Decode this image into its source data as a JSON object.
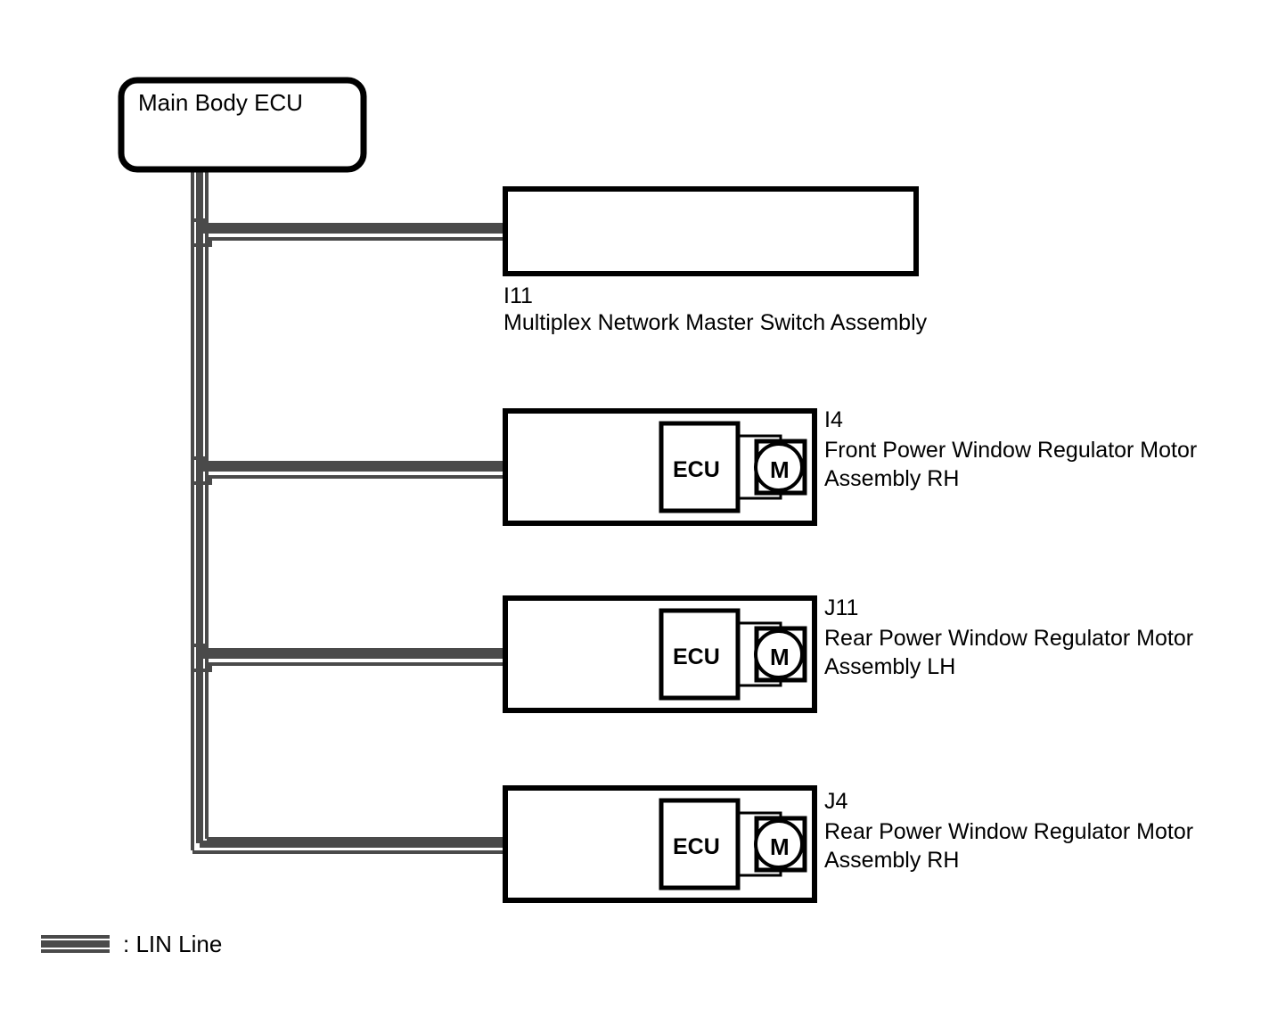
{
  "diagram": {
    "title_node": {
      "label": "Main Body ECU"
    },
    "nodes": [
      {
        "code": "I11",
        "name": "Multiplex Network Master Switch Assembly",
        "type": "switch-assembly"
      },
      {
        "code": "I4",
        "name_line1": "Front Power Window Regulator Motor",
        "name_line2": "Assembly RH",
        "type": "motor-assembly",
        "inner_ecu_label": "ECU",
        "motor_label": "M"
      },
      {
        "code": "J11",
        "name_line1": "Rear Power Window Regulator Motor",
        "name_line2": "Assembly LH",
        "type": "motor-assembly",
        "inner_ecu_label": "ECU",
        "motor_label": "M"
      },
      {
        "code": "J4",
        "name_line1": "Rear Power Window Regulator Motor",
        "name_line2": "Assembly RH",
        "type": "motor-assembly",
        "inner_ecu_label": "ECU",
        "motor_label": "M"
      }
    ],
    "legend": {
      "symbol_name": "lin-line-symbol",
      "text": ": LIN Line"
    },
    "colors": {
      "outline": "#000000",
      "lin_line": "#4a4a4a",
      "background": "#ffffff"
    }
  }
}
